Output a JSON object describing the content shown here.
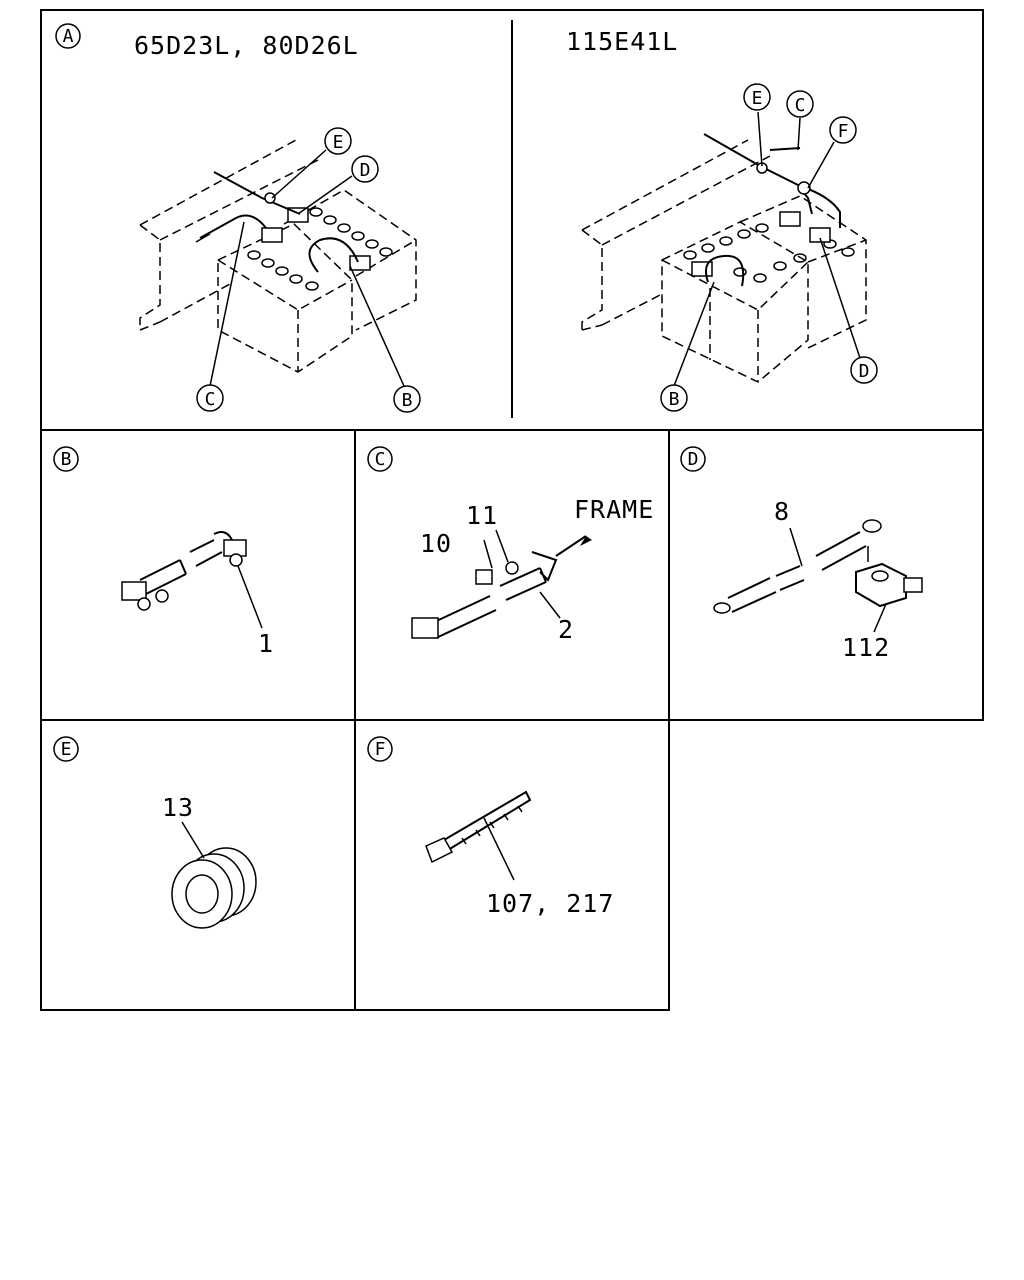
{
  "panels": {
    "A": {
      "badge": "A",
      "left_caption": "65D23L, 80D26L",
      "right_caption": "115E41L",
      "left_callouts": {
        "e": "E",
        "d": "D",
        "c": "C",
        "b": "B"
      },
      "right_callouts": {
        "e": "E",
        "c": "C",
        "f": "F",
        "b": "B",
        "d": "D"
      }
    },
    "B": {
      "badge": "B",
      "part": "1"
    },
    "C": {
      "badge": "C",
      "part_10": "10",
      "part_11": "11",
      "part_2": "2",
      "frame_label": "FRAME"
    },
    "D": {
      "badge": "D",
      "part_8": "8",
      "part_112": "112"
    },
    "E": {
      "badge": "E",
      "part_13": "13"
    },
    "F": {
      "badge": "F",
      "part": "107, 217"
    }
  }
}
